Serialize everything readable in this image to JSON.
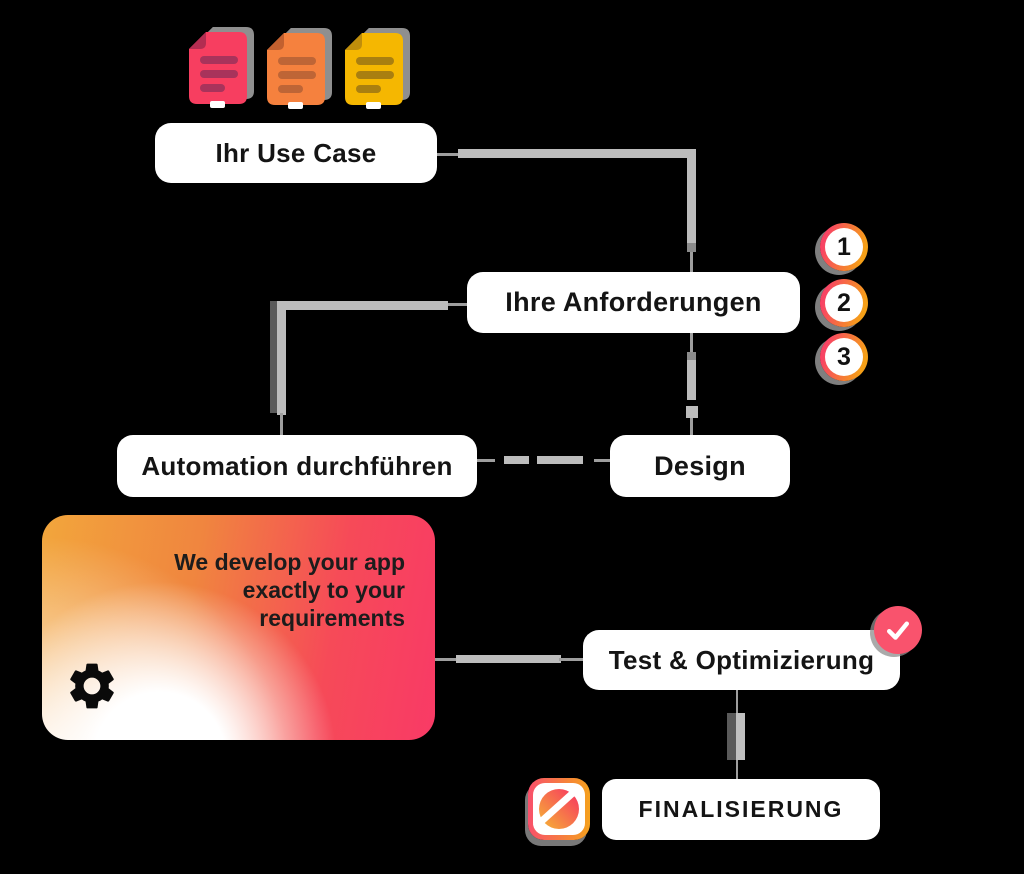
{
  "diagram": {
    "title": "App development process flowchart",
    "background_color": "#000000",
    "nodes": {
      "use_case": {
        "label": "Ihr Use Case"
      },
      "anforderungen": {
        "label": "Ihre Anforderungen"
      },
      "automation": {
        "label": "Automation durchführen"
      },
      "design": {
        "label": "Design"
      },
      "test": {
        "label": "Test & Optimizierung"
      },
      "finalisierung": {
        "label": "FINALISIERUNG"
      }
    },
    "steps": {
      "one": "1",
      "two": "2",
      "three": "3"
    },
    "card": {
      "text": "We develop your app exactly to your requirements"
    },
    "icons": {
      "documents": [
        {
          "name": "document-icon-pink",
          "body": "#F73E60",
          "lines": "#A8335B",
          "fold": "#B32D51"
        },
        {
          "name": "document-icon-orange",
          "body": "#F5813E",
          "lines": "#BE6536",
          "fold": "#C2602F"
        },
        {
          "name": "document-icon-yellow",
          "body": "#F5B701",
          "lines": "#A97F10",
          "fold": "#C08E0B"
        }
      ],
      "gear": "gear-icon",
      "check_badge": "check-icon",
      "logo": "slashed-circle-app-logo"
    },
    "colors": {
      "node_background": "#FFFFFF",
      "node_text": "#141414",
      "connector_gray": "#BCBCBC",
      "connector_thin_gray": "#9E9E9E",
      "connector_shadow_gray": "#5A5A5A",
      "step_ring_pink": "#F84464",
      "step_ring_orange": "#F5A017",
      "badge_pink": "#F9536D",
      "card_orange": "#F2A63C",
      "card_pink": "#F93A66"
    },
    "connections": [
      "use_case -> anforderungen",
      "anforderungen -> design",
      "anforderungen -> automation",
      "automation -- design (dashed)",
      "card -> test",
      "test -> finalisierung"
    ]
  }
}
